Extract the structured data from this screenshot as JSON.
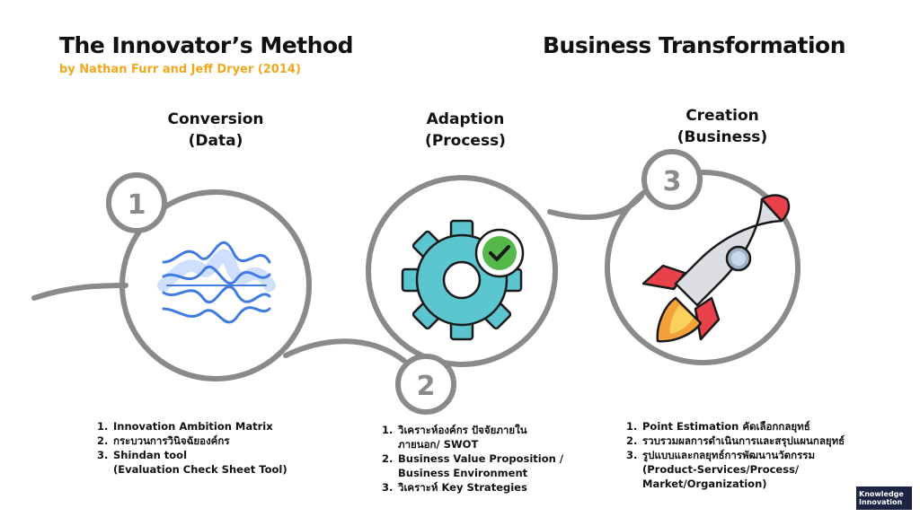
{
  "header": {
    "title": "The Innovator’s Method",
    "subtitle": "by Nathan Furr and Jeff Dryer (2014)",
    "right_title": "Business Transformation"
  },
  "stages": [
    {
      "number": "1",
      "title": "Conversion",
      "subtitle": "(Data)",
      "icon": "sound-wave-icon",
      "items": [
        {
          "num": "1.",
          "text": "Innovation Ambition Matrix"
        },
        {
          "num": "2.",
          "text": "กระบวนการวินิจฉัยองค์กร"
        },
        {
          "num": "3.",
          "text": "Shindan tool"
        },
        {
          "num": "",
          "text": "(Evaluation Check Sheet Tool)"
        }
      ]
    },
    {
      "number": "2",
      "title": "Adaption",
      "subtitle": "(Process)",
      "icon": "gear-check-icon",
      "items": [
        {
          "num": "1.",
          "text": "วิเคราะห์องค์กร ปัจจัยภายใน"
        },
        {
          "num": "",
          "text": "ภายนอก/ SWOT"
        },
        {
          "num": "2.",
          "text": "Business Value Proposition /"
        },
        {
          "num": "",
          "text": "Business Environment"
        },
        {
          "num": "3.",
          "text": "วิเคราะห์ Key Strategies"
        }
      ]
    },
    {
      "number": "3",
      "title": "Creation",
      "subtitle": "(Business)",
      "icon": "rocket-icon",
      "items": [
        {
          "num": "1.",
          "text": "Point Estimation คัดเลือกกลยุทธ์"
        },
        {
          "num": "2.",
          "text": "รวบรวมผลการดำเนินการและสรุปแผนกลยุทธ์"
        },
        {
          "num": "3.",
          "text": "รูปแบบและกลยุทธ์การพัฒนานวัตกรรม"
        },
        {
          "num": "",
          "text": "(Product-Services/Process/"
        },
        {
          "num": "",
          "text": "Market/Organization)"
        }
      ]
    }
  ],
  "logo": {
    "line1": "Knowledge",
    "line2": "Innovation"
  },
  "colors": {
    "stroke": "#8a8a8a",
    "accent_orange": "#f2a81d",
    "wave_blue": "#3f7be0",
    "wave_light": "#cfe0ff",
    "gear_teal": "#5bc6cf",
    "check_green": "#54b948",
    "rocket_red": "#e8414a",
    "rocket_body": "#dcdde2",
    "flame_orange": "#f5a13a",
    "logo_bg": "#1c2541"
  }
}
